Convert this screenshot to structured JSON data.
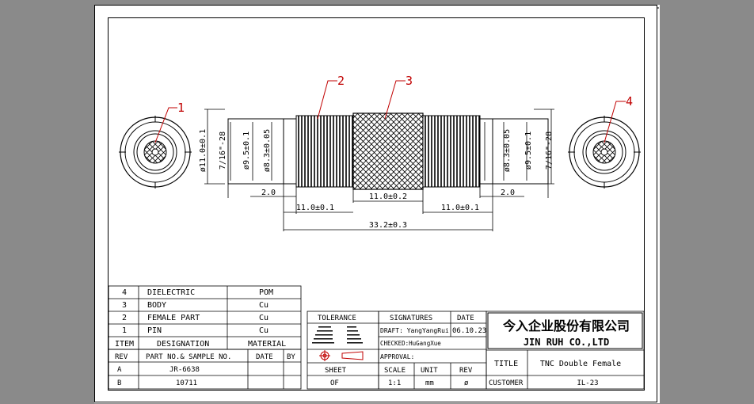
{
  "callouts": [
    "1",
    "2",
    "3",
    "4"
  ],
  "dimensions": {
    "body_dia": "ø11.0±0.1",
    "thread_left": "7/16\"-28",
    "thread_right": "7/16\"-28",
    "female_dia_left": "ø9.5±0.1",
    "female_dia_right": "ø9.5±0.1",
    "pin_dia_left": "ø8.3±0.05",
    "pin_dia_right": "ø8.3±0.05",
    "gap_left": "2.0",
    "gap_right": "2.0",
    "len_left": "11.0±0.1",
    "len_mid": "11.0±0.2",
    "len_right": "11.0±0.1",
    "len_total": "33.2±0.3"
  },
  "bom": {
    "rows": [
      {
        "item": "4",
        "designation": "DIELECTRIC",
        "material": "POM"
      },
      {
        "item": "3",
        "designation": "BODY",
        "material": "Cu"
      },
      {
        "item": "2",
        "designation": "FEMALE PART",
        "material": "Cu"
      },
      {
        "item": "1",
        "designation": "PIN",
        "material": "Cu"
      }
    ],
    "header": {
      "item": "ITEM",
      "designation": "DESIGNATION",
      "material": "MATERIAL"
    }
  },
  "revisions": {
    "header": {
      "rev": "REV",
      "part": "PART NO.& SAMPLE NO.",
      "date": "DATE",
      "by": "BY"
    },
    "rows": [
      {
        "rev": "A",
        "part": "JR-6638"
      },
      {
        "rev": "B",
        "part": "10711"
      }
    ]
  },
  "tolerance": {
    "label": "TOLERANCE",
    "sheet_label": "SHEET",
    "sheet_value": "OF"
  },
  "signatures": {
    "label": "SIGNATURES",
    "date_label": "DATE",
    "draft": "DRAFT: YangYangRui",
    "draft_date": "06.10.23",
    "checked": "CHECKED:HuGangXue",
    "approval": "APPROVAL:",
    "scale_label": "SCALE",
    "scale_value": "1:1",
    "unit_label": "UNIT",
    "unit_value": "mm",
    "rev_label": "REV",
    "rev_value": "ø"
  },
  "company": {
    "name_cn": "今入企业股份有限公司",
    "name_en": "JIN  RUH  CO.,LTD"
  },
  "title_block": {
    "title_label": "TITLE",
    "title_value": "TNC Double Female",
    "customer_label": "CUSTOMER",
    "customer_value": "IL-23"
  }
}
